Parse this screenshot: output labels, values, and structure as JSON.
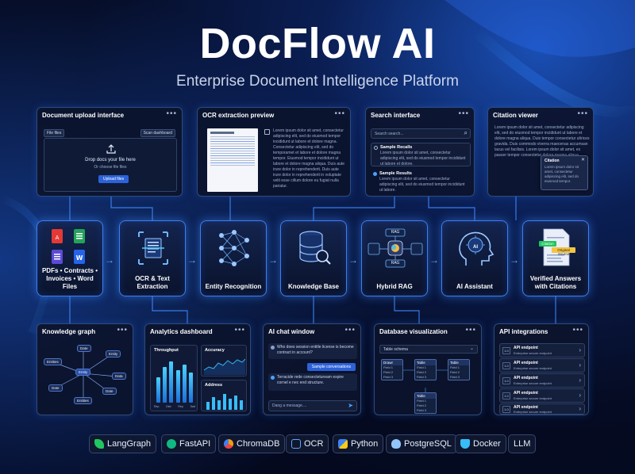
{
  "header": {
    "title": "DocFlow AI",
    "subtitle": "Enterprise Document Intelligence Platform"
  },
  "colors": {
    "accent": "#3f7df0",
    "glow": "#6fb4ff",
    "background": "#050b22",
    "panel": "#0c142c"
  },
  "top_panels": {
    "upload": {
      "title": "Document upload interface",
      "dots": "•••",
      "file_button": "File files",
      "scan_button": "Scan dashboard",
      "drop_text": "Drop docs your file here",
      "choose_text": "Or choose file files",
      "upload_button": "Upload files"
    },
    "ocr": {
      "title": "OCR extraction preview",
      "dots": "•••",
      "text": "Lorem ipsum dolor sit amet, consectetur adipiscing elit, sed do eiusmod tempor incididunt ut labore et dolore magna. Consectetur adipiscing elit, sed do temporamet et labore et dolore magna tempor. Eiusmod tempor incididunt ut labore et dolore magna aliqua. Duis aute irure dolor in reprehenderit. Duis aute irure dolor in reprehenderit in voluptate velit esse cillum dolore eu fugiat nulla pariatur."
    },
    "search": {
      "title": "Search interface",
      "dots": "•••",
      "placeholder": "Search search...",
      "result1_title": "Sample Recalls",
      "result1_text": "Lorem ipsum dolor sit amet, consectetur adipiscing elit, sed do eiusmod tempor incididunt ut labore et dolore.",
      "result2_title": "Sample Results",
      "result2_text": "Lorem ipsum dolor sit amet, consectetur adipiscing elit, sed do eiusmod tempor incididunt ut labore."
    },
    "citation": {
      "title": "Citation viewer",
      "dots": "•••",
      "text": "Lorem ipsum dolor sit amet, consectetur adipiscing elit, sed do eiusmod tempor incididunt ut labore et dolore magna aliqua. Duis tempor consectetur ultrices gravida. Duis commodo viverra maecenas accumsan lacus vel facilisis. Lorem ipsum dolor sit amet, ex passer tempor consectetur dolore magna aliqua.",
      "popup_title": "Citation",
      "popup_text": "Lorem ipsum dolor sit amet, consectetur adipiscing elit, sed do eiusmod tempor."
    }
  },
  "flow": [
    {
      "label": "PDFs • Contracts • Invoices • Word Files"
    },
    {
      "label": "OCR & Text Extraction"
    },
    {
      "label": "Entity Recognition"
    },
    {
      "label": "Knowledge Base"
    },
    {
      "label": "Hybrid RAG",
      "tag1": "RAG",
      "tag2": "RAG"
    },
    {
      "label": "AI Assistant",
      "tag": "AI"
    },
    {
      "label": "Verified Answers with Citations",
      "tag1": "Citation",
      "tag2": "Original Source"
    }
  ],
  "bottom_panels": {
    "knowledge_graph": {
      "title": "Knowledge graph",
      "dots": "•••",
      "nodes": [
        "Date",
        "Entity",
        "Entities",
        "Entity",
        "Data",
        "Date",
        "Date",
        "Entities"
      ]
    },
    "analytics": {
      "title": "Analytics dashboard",
      "dots": "•••",
      "throughput": "Throughput",
      "accuracy": "Accuracy",
      "address": "Address",
      "bars": [
        0.55,
        0.78,
        0.9,
        0.7,
        0.82,
        0.66
      ],
      "bar_labels": [
        "Rep",
        "Deb",
        "Rep",
        "Sart"
      ]
    },
    "chat": {
      "title": "AI chat window",
      "dots": "•••",
      "question": "Who does session entitle license is become contract in account?",
      "reply_button": "Sample conversations",
      "answer": "Terracide rede consectetuream expire cornel e nec end structure.",
      "input_placeholder": "Dang a message...."
    },
    "database": {
      "title": "Database visualization",
      "dots": "•••",
      "select": "Table schema",
      "tables": [
        {
          "name": "Drawr",
          "fields": [
            "Field 1",
            "Field 2",
            "Field 3"
          ]
        },
        {
          "name": "Table",
          "fields": [
            "Field 1",
            "Field 2",
            "Field 3"
          ]
        },
        {
          "name": "Table",
          "fields": [
            "Field 1",
            "Field 2",
            "Field 3"
          ]
        },
        {
          "name": "Table",
          "fields": [
            "Field 1",
            "Field 2",
            "Field 3",
            "Field 4"
          ]
        }
      ]
    },
    "api": {
      "title": "API integrations",
      "dots": "•••",
      "rows": [
        {
          "badge": "1.0",
          "name": "API endpoint",
          "desc": "Enterprise secure endpoint"
        },
        {
          "badge": "1.0",
          "name": "API endpoint",
          "desc": "Enterprise secure endpoint"
        },
        {
          "badge": "1.0",
          "name": "API endpoint",
          "desc": "Enterprise secure endpoint"
        },
        {
          "badge": "1.0",
          "name": "API endpoint",
          "desc": "Enterprise secure endpoint"
        },
        {
          "badge": "1.0",
          "name": "API endpoint",
          "desc": "Enterprise secure endpoint"
        }
      ]
    }
  },
  "tech_stack": [
    {
      "label": "LangGraph",
      "icon": "langgraph-icon",
      "color": "#22c55e"
    },
    {
      "label": "FastAPI",
      "icon": "fastapi-icon",
      "color": "#10b981"
    },
    {
      "label": "ChromaDB",
      "icon": "chromadb-icon",
      "color": "#f59e0b"
    },
    {
      "label": "OCR",
      "icon": "ocr-icon",
      "color": "#60a5fa"
    },
    {
      "label": "Python",
      "icon": "python-icon",
      "color": "#3b82f6"
    },
    {
      "label": "PostgreSQL",
      "icon": "postgresql-icon",
      "color": "#93c5fd"
    },
    {
      "label": "Docker",
      "icon": "docker-icon",
      "color": "#38bdf8"
    },
    {
      "label": "LLM",
      "icon": "",
      "color": ""
    }
  ]
}
